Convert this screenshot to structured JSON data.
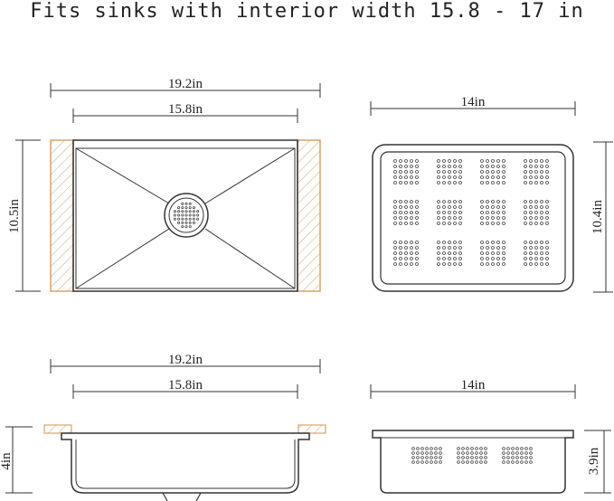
{
  "title": "Fits sinks with interior width 15.8 - 17 in",
  "dims": {
    "sink_top_outer": "19.2in",
    "sink_top_inner": "15.8in",
    "sink_top_height": "10.5in",
    "basket_top_width": "14in",
    "basket_top_height": "10.4in",
    "sink_side_outer": "19.2in",
    "sink_side_inner": "15.8in",
    "sink_side_depth": "4in",
    "basket_side_width": "14in",
    "basket_side_depth": "3.9in"
  },
  "colors": {
    "line": "#333333",
    "wood": "#d9a36a"
  },
  "icons": {
    "drain": "drain-icon",
    "holes": "perforation-icon"
  }
}
